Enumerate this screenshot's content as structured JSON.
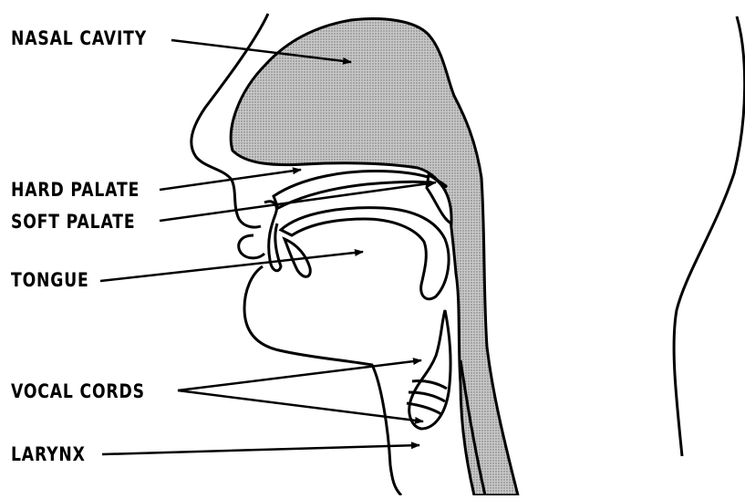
{
  "diagram": {
    "labels": {
      "nasal_cavity": "NASAL CAVITY",
      "hard_palate": "HARD PALATE",
      "soft_palate": "SOFT PALATE",
      "tongue": "TONGUE",
      "vocal_cords": "VOCAL CORDS",
      "larynx": "LARYNX"
    },
    "colors": {
      "ink": "#000000",
      "shading": "#9a9a9a",
      "background": "#ffffff"
    }
  }
}
